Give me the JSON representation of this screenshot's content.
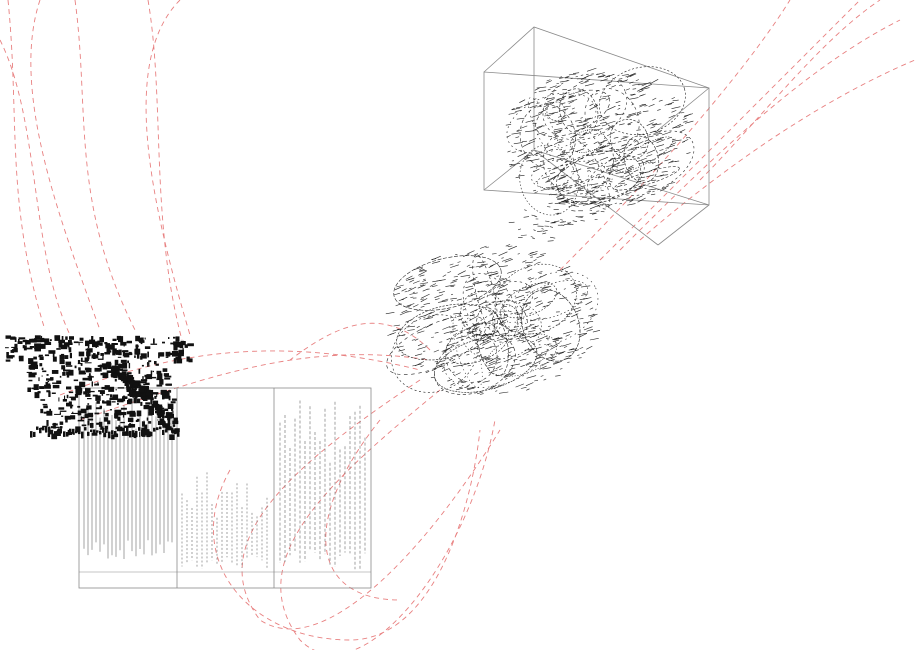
{
  "colors": {
    "background": "#ffffff",
    "linework": "#222222",
    "frame": "#8a8a8a",
    "dashed_paths": "#e88080",
    "raster_fill": "#111111"
  },
  "elements": {
    "raster_block": "scanned-image-fragment",
    "elevation_panels": 3,
    "exploded_form": "point-cloud-object",
    "bounding_box": "perspective-box",
    "path_style": "dashed"
  }
}
